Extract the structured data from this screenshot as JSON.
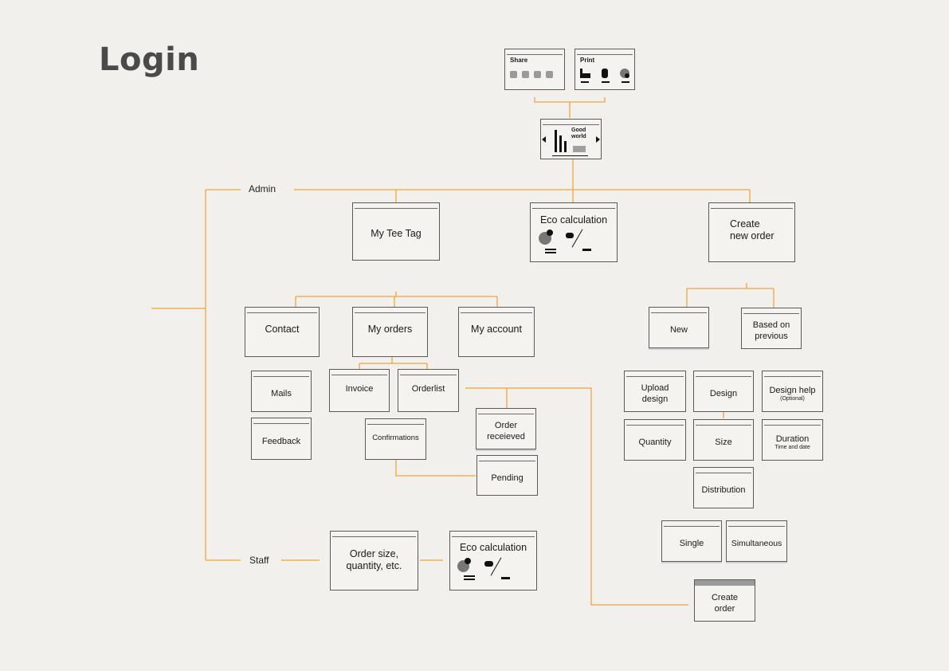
{
  "page_title": "Login",
  "branches": {
    "admin": "Admin",
    "staff": "Staff"
  },
  "top": {
    "share": "Share",
    "print": "Print",
    "good_world": "Good\nworld"
  },
  "admin": {
    "my_tee_tag": "My Tee Tag",
    "eco_calculation": "Eco calculation",
    "create_new_order": "Create\nnew order",
    "contact": "Contact",
    "my_orders": "My orders",
    "my_account": "My account",
    "mails": "Mails",
    "feedback": "Feedback",
    "invoice": "Invoice",
    "orderlist": "Orderlist",
    "confirmations": "Confirmations",
    "order_received": "Order\nreceieved",
    "pending": "Pending",
    "new": "New",
    "based_on_previous": "Based on\nprevious",
    "upload_design": "Upload\ndesign",
    "design": "Design",
    "design_help": "Design help",
    "design_help_note": "(Optional)",
    "quantity": "Quantity",
    "size": "Size",
    "duration": "Duration",
    "duration_note": "Time and date",
    "distribution": "Distribution",
    "single": "Single",
    "simultaneous": "Simultaneous",
    "create_order": "Create\norder"
  },
  "staff": {
    "order_size": "Order size,\nquantity, etc.",
    "eco_calculation": "Eco calculation"
  },
  "colors": {
    "connector": "#f0a53a",
    "frame": "#5a5a5a",
    "background": "#f1f0ec"
  }
}
